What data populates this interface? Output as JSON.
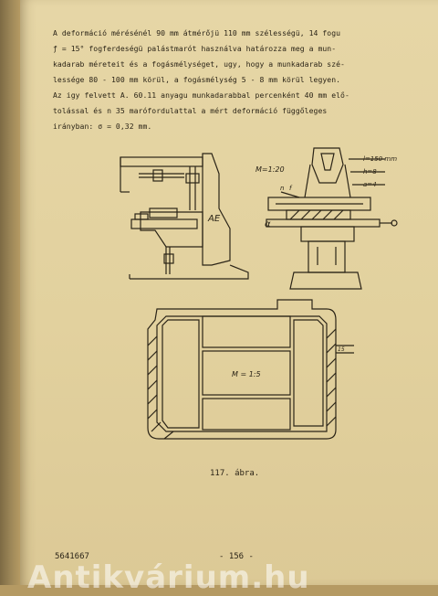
{
  "body_lines": [
    "A deformáció mérésénél 90 mm átmérőjü 110 mm szélességü, 14 fogu",
    "ƒ = 15° fogferdeségü palástmarót használva határozza meg a mun-",
    "kadarab méreteit és a fogásmélységet, ugy, hogy a munkadarab szé-",
    "lessége 80 - 100 mm körül, a fogásmélység 5 - 8 mm körül legyen.",
    "Az igy felvett A. 60.11 anyagu munkadarabbal percenként 40 mm elő-",
    "tolással és n  35 marófordulattal a mért deformáció függőleges",
    "irányban: σ = 0,32 mm."
  ],
  "figure_labels": {
    "machine": "AE",
    "scale_left": "M=1:20",
    "dim_l": "l=150 mm",
    "dim_h": "h=8",
    "dim_a": "a=4",
    "dim_n": "n",
    "dim_f": "f",
    "dim_alpha": "α",
    "scale_bottom": "M = 1:5",
    "wall": "15"
  },
  "caption": "117. ábra.",
  "footer_code": "5641667",
  "page_number": "- 156 -",
  "watermark": "Antikvárium.hu"
}
